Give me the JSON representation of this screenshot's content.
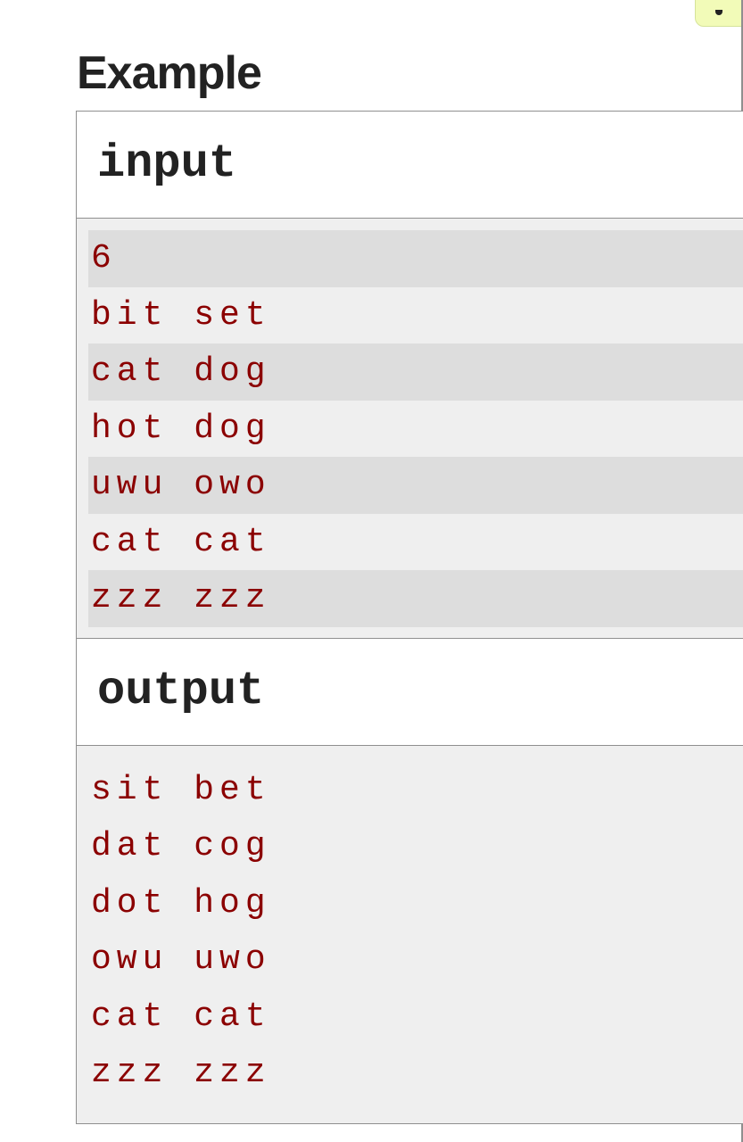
{
  "title": "Example",
  "input": {
    "label": "input",
    "lines": [
      "6",
      "bit set",
      "cat dog",
      "hot dog",
      "uwu owo",
      "cat cat",
      "zzz zzz"
    ]
  },
  "output": {
    "label": "output",
    "lines": [
      "sit bet",
      "dat cog",
      "dot hog",
      "owu uwo",
      "cat cat",
      "zzz zzz"
    ]
  },
  "colors": {
    "text_red": "#8b0000",
    "header_text": "#222222",
    "row_shade": "#dddddd",
    "body_bg": "#efefef",
    "tag_bg": "#f2fbb8"
  }
}
